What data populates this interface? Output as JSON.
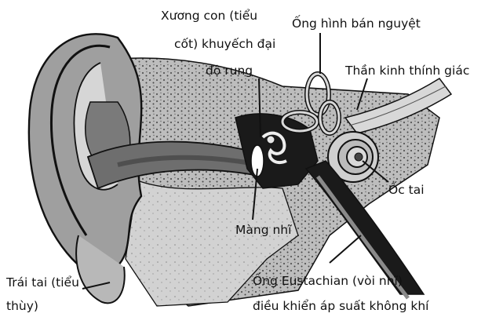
{
  "labels": {
    "ossicles_l1": "Xương con (tiểu",
    "ossicles_l2": "cốt) khuyếch đại",
    "ossicles_l3": "độ rung",
    "semicircular": "Ống hình bán nguyệt",
    "auditory_nerve": "Thần kinh thính giác",
    "cochlea": "Ốc tai",
    "eardrum": "Màng nhĩ",
    "earlobe_l1": "Trái tai (tiểu",
    "earlobe_l2": "thùy)",
    "eustachian_l1": "Ống Eustachian (vòi nhĩ)",
    "eustachian_l2": "điều khiển áp suất không khí"
  },
  "colors": {
    "outline": "#111111",
    "bone": "#9a9a9a",
    "tissue": "#c8c8c8",
    "canal": "#6e6e6e",
    "dark": "#1a1a1a"
  }
}
